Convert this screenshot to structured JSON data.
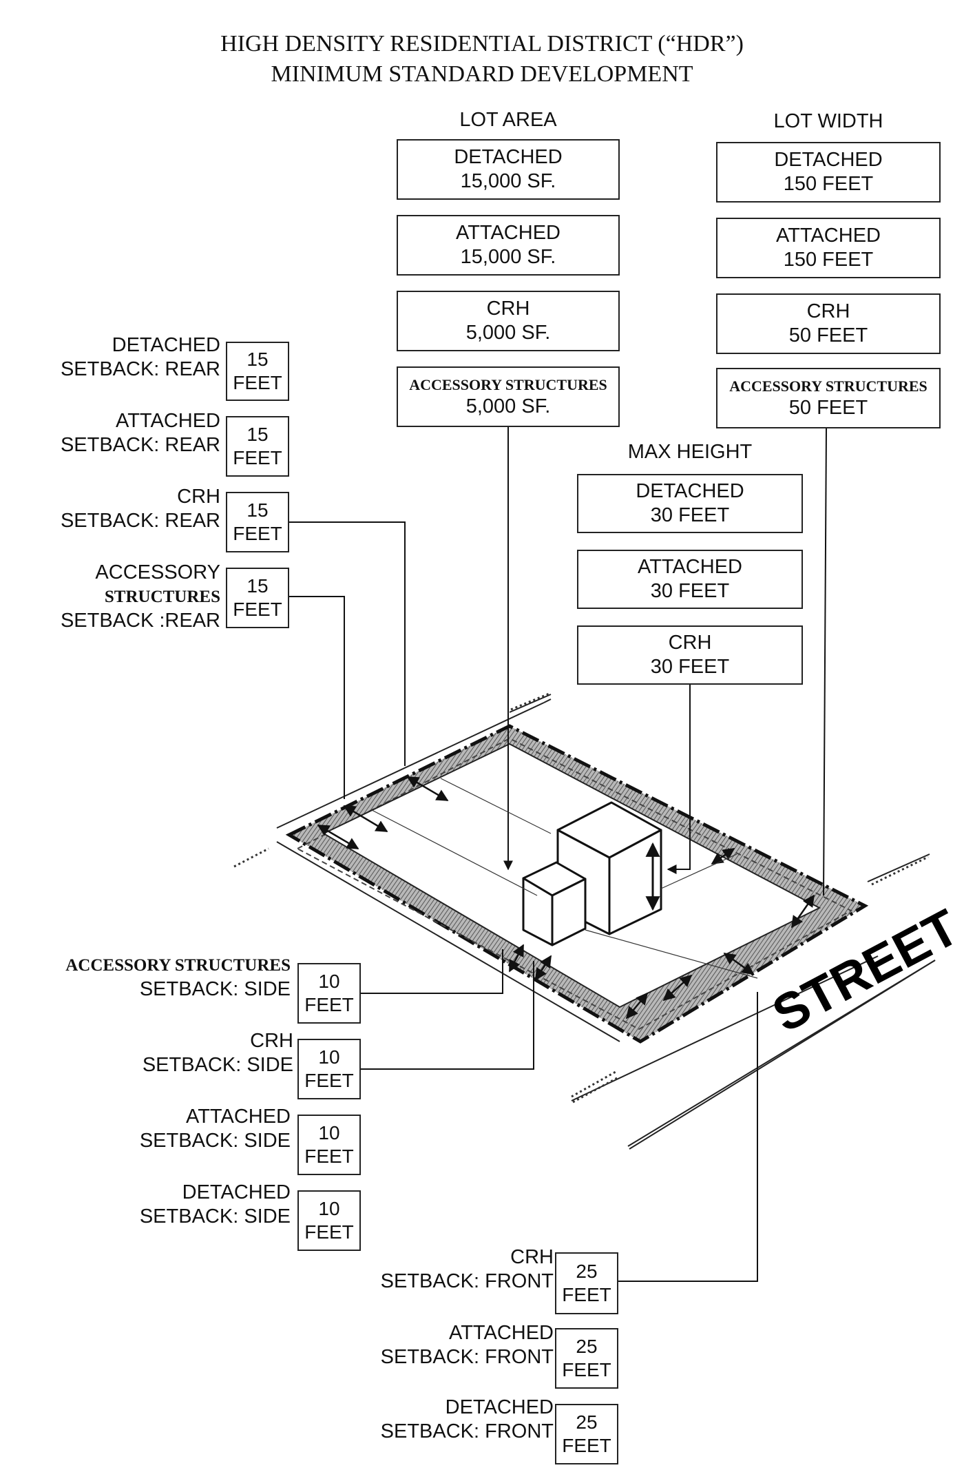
{
  "title": {
    "line1": "HIGH DENSITY RESIDENTIAL DISTRICT (“HDR”)",
    "line2": "MINIMUM STANDARD DEVELOPMENT"
  },
  "lot_area": {
    "header": "LOT AREA",
    "boxes": [
      {
        "type": "DETACHED",
        "value": "15,000 SF."
      },
      {
        "type": "ATTACHED",
        "value": "15,000 SF."
      },
      {
        "type": "CRH",
        "value": "5,000 SF."
      },
      {
        "type": "ACCESSORY STRUCTURES",
        "value": "5,000 SF."
      }
    ]
  },
  "lot_width": {
    "header": "LOT WIDTH",
    "boxes": [
      {
        "type": "DETACHED",
        "value": "150 FEET"
      },
      {
        "type": "ATTACHED",
        "value": "150 FEET"
      },
      {
        "type": "CRH",
        "value": "50 FEET"
      },
      {
        "type": "ACCESSORY STRUCTURES",
        "value": "50 FEET"
      }
    ]
  },
  "max_height": {
    "header": "MAX HEIGHT",
    "boxes": [
      {
        "type": "DETACHED",
        "value": "30 FEET"
      },
      {
        "type": "ATTACHED",
        "value": "30 FEET"
      },
      {
        "type": "CRH",
        "value": "30 FEET"
      }
    ]
  },
  "rear_setbacks": [
    {
      "line1": "DETACHED",
      "line2": "SETBACK: REAR",
      "number": "15",
      "unit": "FEET"
    },
    {
      "line1": "ATTACHED",
      "line2": "SETBACK: REAR",
      "number": "15",
      "unit": "FEET"
    },
    {
      "line1": "CRH",
      "line2": "SETBACK: REAR",
      "number": "15",
      "unit": "FEET"
    },
    {
      "line1": "ACCESSORY",
      "line1b": "STRUCTURES",
      "line2": "SETBACK :REAR",
      "number": "15",
      "unit": "FEET"
    }
  ],
  "side_setbacks": [
    {
      "line1": "ACCESSORY STRUCTURES",
      "line2": "SETBACK: SIDE",
      "number": "10",
      "unit": "FEET"
    },
    {
      "line1": "CRH",
      "line2": "SETBACK: SIDE",
      "number": "10",
      "unit": "FEET"
    },
    {
      "line1": "ATTACHED",
      "line2": "SETBACK: SIDE",
      "number": "10",
      "unit": "FEET"
    },
    {
      "line1": "DETACHED",
      "line2": "SETBACK: SIDE",
      "number": "10",
      "unit": "FEET"
    }
  ],
  "front_setbacks": [
    {
      "line1": "CRH",
      "line2": "SETBACK: FRONT",
      "number": "25",
      "unit": "FEET"
    },
    {
      "line1": "ATTACHED",
      "line2": "SETBACK: FRONT",
      "number": "25",
      "unit": "FEET"
    },
    {
      "line1": "DETACHED",
      "line2": "SETBACK: FRONT",
      "number": "25",
      "unit": "FEET"
    }
  ],
  "street_label": "STREET"
}
